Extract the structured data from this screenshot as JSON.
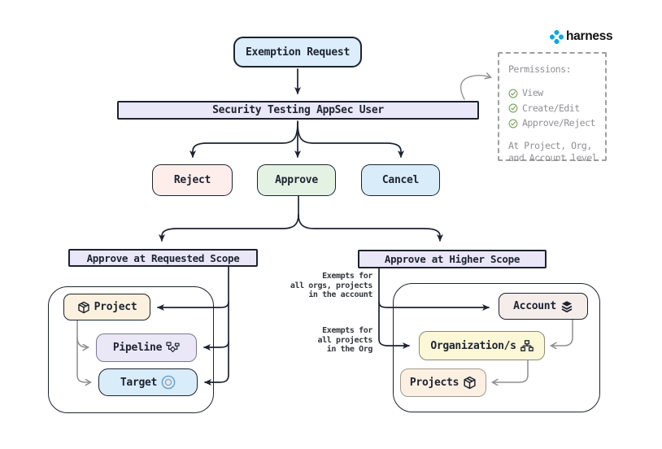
{
  "brand": {
    "name": "harness"
  },
  "palette": {
    "ink": "#1d2330",
    "lavender": "#eae7f8",
    "light_blue": "#dcedfb",
    "reject_pink": "#fdeeec",
    "approve_green": "#e3f2e3",
    "cancel_blue": "#d9ecf9",
    "project_cream": "#fbf1de",
    "org_yellow": "#fbf7d7",
    "projects_peach": "#fcf0e2",
    "account_rose": "#f5edea",
    "harness_blue": "#0aa7e6",
    "check_green": "#7f9e60",
    "gray_line": "#8e8e8e"
  },
  "nodes": {
    "exemption_request": "Exemption Request",
    "security_user": "Security Testing AppSec User",
    "reject": "Reject",
    "approve": "Approve",
    "cancel": "Cancel",
    "requested_scope": "Approve at Requested Scope",
    "higher_scope": "Approve at Higher Scope",
    "project": "Project",
    "pipeline": "Pipeline",
    "target": "Target",
    "account": "Account",
    "organizations": "Organization/s",
    "projects": "Projects"
  },
  "annotations": {
    "exempt_account": [
      "Exempts for",
      "all orgs, projects",
      "in the account"
    ],
    "exempt_org": [
      "Exempts for",
      "all projects",
      "in the Org"
    ]
  },
  "permissions": {
    "title": "Permissions:",
    "items": [
      "View",
      "Create/Edit",
      "Approve/Reject"
    ],
    "footer": [
      "At Project, Org,",
      "and Account level"
    ]
  }
}
